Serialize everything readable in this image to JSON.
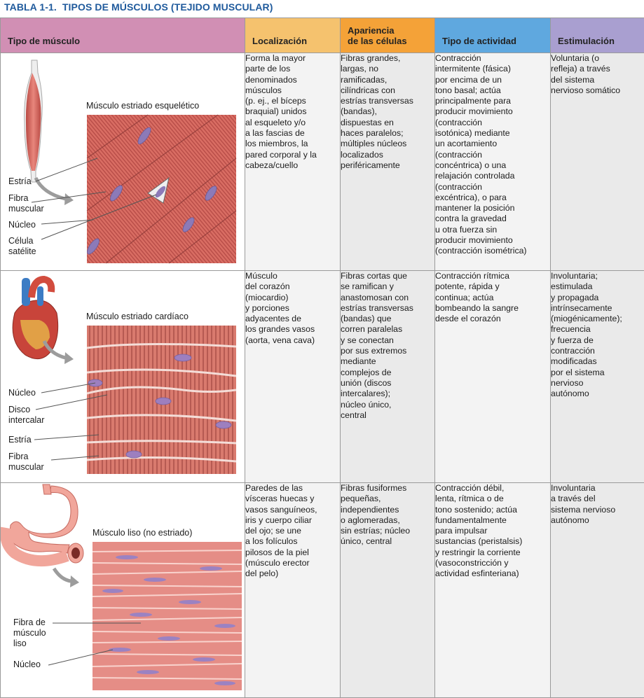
{
  "table_number": "TABLA 1-1.",
  "table_title": "TIPOS DE MÚSCULOS (TEJIDO MUSCULAR)",
  "headers": {
    "tipo": "Tipo de músculo",
    "localizacion": "Localización",
    "apariencia": "Apariencia\nde las células",
    "actividad": "Tipo de actividad",
    "estimulacion": "Estimulación"
  },
  "rows": [
    {
      "illustration_title": "Músculo estriado esquelético",
      "labels": [
        "Estría",
        "Fibra\nmuscular",
        "Núcleo",
        "Célula\nsatélite"
      ],
      "localizacion": "Forma la mayor\nparte de los\ndenominados\nmúsculos\n(p. ej., el bíceps\nbraquial) unidos\nal esqueleto y/o\na las fascias de\nlos miembros, la\npared corporal y la\ncabeza/cuello",
      "apariencia": "Fibras grandes,\nlargas, no\nramificadas,\ncilíndricas con\nestrías transversas\n(bandas),\ndispuestas en\nhaces paralelos;\nmúltiples núcleos\nlocalizados\nperiféricamente",
      "actividad": "Contracción\nintermitente (fásica)\npor encima de un\ntono basal; actúa\nprincipalmente para\nproducir movimiento\n(contracción\nisotónica) mediante\nun acortamiento\n(contracción\nconcéntrica) o una\nrelajación controlada\n(contracción\nexcéntrica), o para\nmantener la posición\ncontra la gravedad\nu otra fuerza sin\nproducir movimiento\n(contracción isométrica)",
      "estimulacion": "Voluntaria (o\nrefleja) a través\ndel sistema\nnervioso somático"
    },
    {
      "illustration_title": "Músculo estriado cardíaco",
      "labels": [
        "Núcleo",
        "Disco\nintercalar",
        "Estría",
        "Fibra\nmuscular"
      ],
      "localizacion": "Músculo\ndel corazón\n(miocardio)\ny porciones\nadyacentes de\nlos grandes vasos\n(aorta, vena cava)",
      "apariencia": "Fibras cortas que\nse ramifican y\nanastomosan con\nestrías transversas\n(bandas) que\ncorren paralelas\ny se conectan\npor sus extremos\nmediante\ncomplejos de\nunión (discos\nintercalares);\nnúcleo único,\ncentral",
      "actividad": "Contracción rítmica\npotente, rápida y\ncontinua; actúa\nbombeando la sangre\ndesde el corazón",
      "estimulacion": "Involuntaria;\nestimulada\ny propagada\nintrínsecamente\n(miogénicamente);\nfrecuencia\ny fuerza de\ncontracción\nmodificadas\npor el sistema\nnervioso\nautónomo"
    },
    {
      "illustration_title": "Músculo liso (no estriado)",
      "labels": [
        "Fibra de\nmúsculo\nliso",
        "Núcleo"
      ],
      "localizacion": "Paredes de las\nvísceras huecas y\nvasos sanguíneos,\niris y cuerpo ciliar\ndel ojo; se une\na los folículos\npilosos de la piel\n(músculo erector\ndel pelo)",
      "apariencia": "Fibras fusiformes\npequeñas,\nindependientes\no aglomeradas,\nsin estrías; núcleo\núnico, central",
      "actividad": "Contracción débil,\nlenta, rítmica o de\ntono sostenido; actúa\nfundamentalmente\npara impulsar\nsustancias (peristalsis)\ny restringir la corriente\n(vasoconstricción y\nactividad esfinteriana)",
      "estimulacion": "Involuntaria\na través del\nsistema nervioso\nautónomo"
    }
  ]
}
